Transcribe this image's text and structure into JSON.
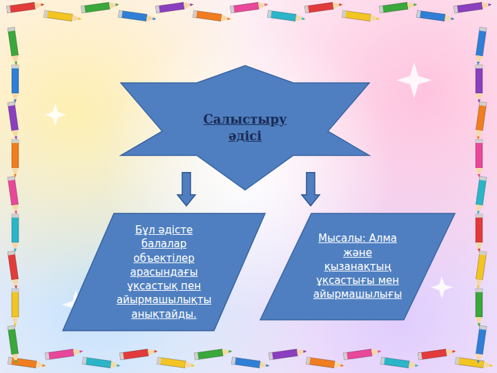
{
  "diagram": {
    "nodes": [
      {
        "text": [
          "Салыстыру әдісі"
        ]
      },
      {
        "text": [
          "Бұл әдісте балалар объектілер арасындағы ұқсастық пен айырмашылықты анықтайды."
        ]
      },
      {
        "text": [
          "Мысалы: Алма және қызанақтың ұқсастығы мен айырмашылығы"
        ]
      }
    ],
    "edges": [
      {
        "from": 0,
        "to": 1,
        "arrow": "to"
      },
      {
        "from": 0,
        "to": 2,
        "arrow": "to"
      }
    ]
  }
}
